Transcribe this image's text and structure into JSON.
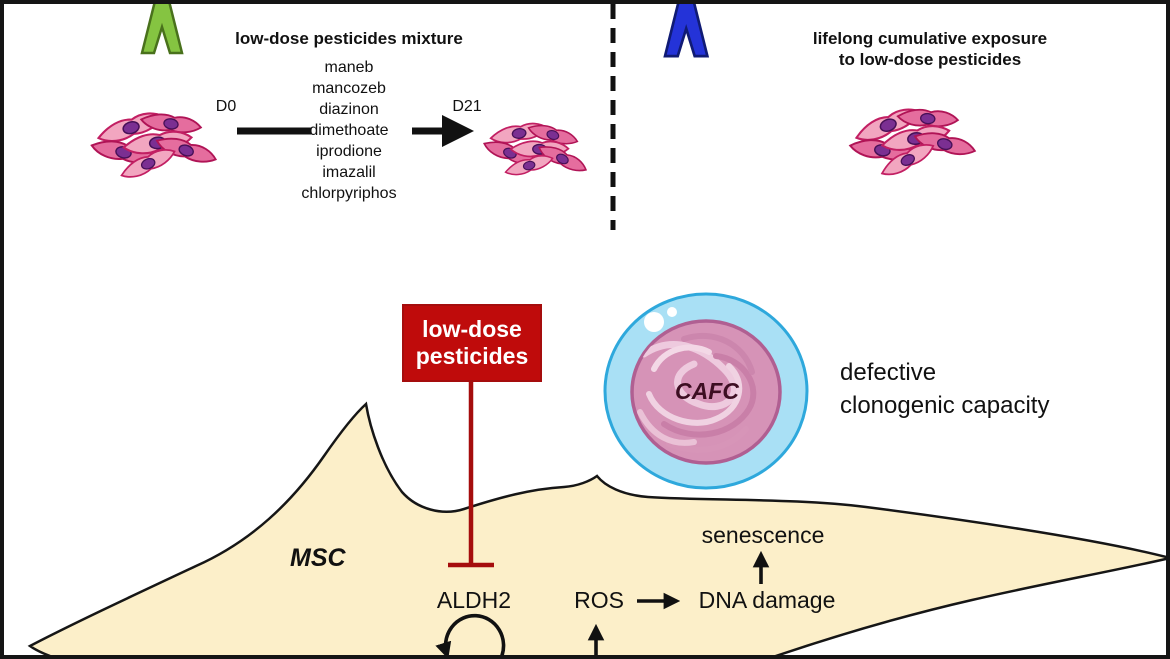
{
  "figure": {
    "top_left": {
      "title": "low-dose pesticides mixture",
      "pesticides": [
        "maneb",
        "mancozeb",
        "diazinon",
        "dimethoate",
        "iprodione",
        "imazalil",
        "chlorpyriphos"
      ],
      "timepoint_start": "D0",
      "timepoint_end": "D21"
    },
    "top_right": {
      "title_line1": "lifelong cumulative exposure",
      "title_line2": "to low-dose pesticides"
    },
    "bottom": {
      "inhibitor_line1": "low-dose",
      "inhibitor_line2": "pesticides",
      "msc_label": "MSC",
      "aldh2_label": "ALDH2",
      "ros_label": "ROS",
      "dna_damage_label": "DNA damage",
      "senescence_label": "senescence",
      "cafc_label": "CAFC",
      "defective_line1": "defective",
      "defective_line2": "clonogenic capacity"
    },
    "colors": {
      "green_chevron": "#85c441",
      "blue_chevron": "#2433d8",
      "red_box": "#bf0b0b",
      "red_line": "#a50d0d",
      "msc_fill": "#fcefc9",
      "cafc_outer_fill": "#a9e0f5",
      "cafc_inner_fill": "#d693b7",
      "cell_body_pink": "#f2a6c0",
      "cell_body_magenta": "#e56d9e",
      "nucleus_purple": "#7b2f92"
    }
  }
}
